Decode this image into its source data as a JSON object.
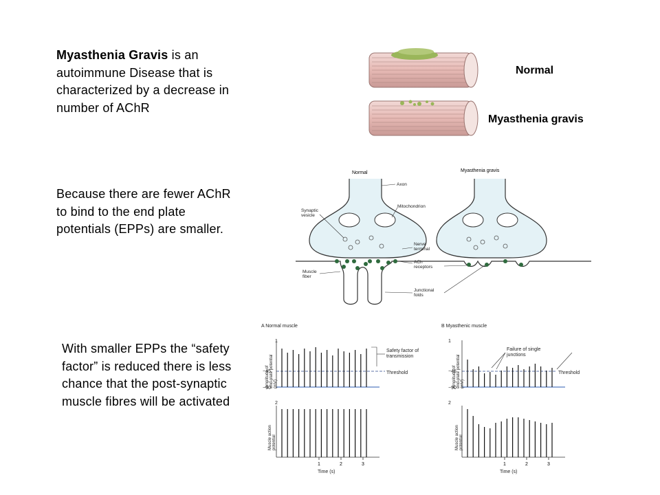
{
  "text": {
    "p1_bold": "Myasthenia Gravis",
    "p1_rest": " is an autoimmune Disease that is characterized by a decrease in number of AChR",
    "p2": "Because there are fewer AChR to bind to the end plate potentials (EPPs) are smaller.",
    "p3": "With smaller EPPs the “safety factor” is reduced there is less chance that the post-synaptic muscle fibres will be activated"
  },
  "fibers": {
    "normal_label": "Normal",
    "mg_label": "Myasthenia gravis"
  },
  "synapse": {
    "normal_title": "Normal",
    "mg_title": "Myasthenia gravis",
    "labels": {
      "axon": "Axon",
      "synaptic_vesicle_1": "Synaptic",
      "synaptic_vesicle_2": "vesicle",
      "mitochondrion": "Mitochondrion",
      "nerve_terminal_1": "Nerve",
      "nerve_terminal_2": "terminal",
      "ach_receptors_1": "ACh",
      "ach_receptors_2": "receptors",
      "muscle_fiber_1": "Muscle",
      "muscle_fiber_2": "fiber",
      "junctional_folds_1": "Junctional",
      "junctional_folds_2": "folds"
    }
  },
  "traces": {
    "panel_a_title": "A  Normal muscle",
    "panel_b_title": "B  Myasthenic muscle",
    "row1": "1",
    "row2": "2",
    "ylabel_top_1": "Amplitude of",
    "ylabel_top_2": "end-plate potential",
    "ylabel_top_3": "(mV)",
    "ylabel_bottom_1": "Muscle action",
    "ylabel_bottom_2": "potential",
    "tick_m45": "−45",
    "tick_m90": "−90",
    "threshold": "Threshold",
    "safety_1": "Safety factor of",
    "safety_2": "transmission",
    "failure_1": "Failure of single",
    "failure_2": "junctions",
    "x_ticks": [
      "1",
      "2",
      "3"
    ],
    "xlabel": "Time (s)",
    "colors": {
      "threshold": "#2b4a8c",
      "baseline": "#2b5bb0",
      "bars": "#111111"
    }
  }
}
